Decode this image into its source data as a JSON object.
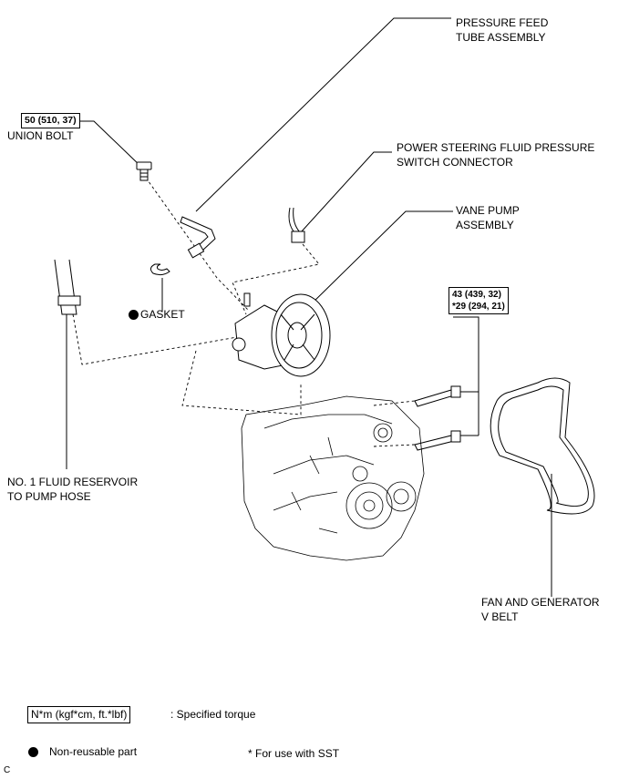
{
  "labels": {
    "pressure_feed_line1": "PRESSURE FEED",
    "pressure_feed_line2": "TUBE ASSEMBLY",
    "union_bolt": "UNION BOLT",
    "ps_switch_line1": "POWER STEERING FLUID PRESSURE",
    "ps_switch_line2": "SWITCH CONNECTOR",
    "vane_pump_line1": "VANE PUMP",
    "vane_pump_line2": "ASSEMBLY",
    "gasket": "GASKET",
    "reservoir_line1": "NO. 1 FLUID RESERVOIR",
    "reservoir_line2": "TO PUMP HOSE",
    "belt_line1": "FAN AND GENERATOR",
    "belt_line2": "V BELT"
  },
  "torque": {
    "union_bolt": "50 (510, 37)",
    "pump_bolt_line1": "43 (439, 32)",
    "pump_bolt_line2": "*29 (294, 21)"
  },
  "legend": {
    "torque_box": "N*m (kgf*cm, ft.*lbf)",
    "torque_desc": ": Specified torque",
    "nonreusable": "Non-reusable part",
    "sst": "* For use with SST"
  },
  "corner_code": "C"
}
